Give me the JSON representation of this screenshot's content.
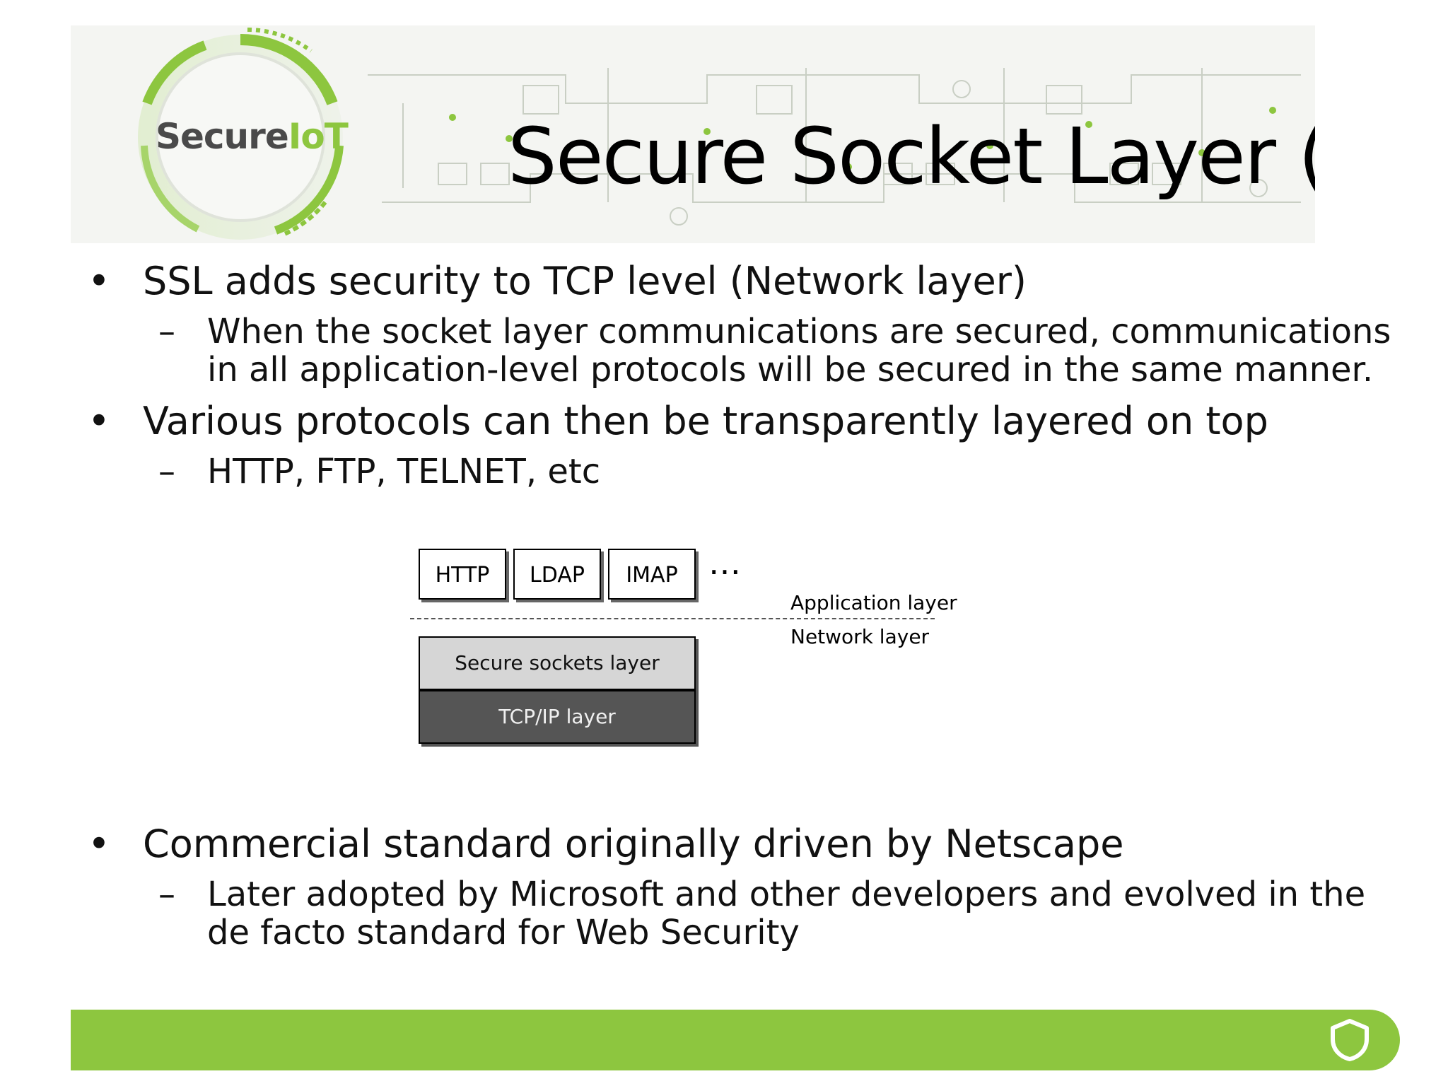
{
  "header": {
    "logo_prefix": "Secure",
    "logo_suffix": "IoT",
    "title": "Secure Socket Layer (SSL)"
  },
  "bullets_top": [
    {
      "text": "SSL adds security to TCP level (Network layer)",
      "sub": [
        {
          "lines": [
            "When the socket layer communications are secured, communications",
            "in all application-level protocols will be secured in the same manner."
          ]
        }
      ]
    },
    {
      "text": "Various protocols can then be transparently layered on top",
      "sub": [
        {
          "lines": [
            "HTTP, FTP, TELNET, etc"
          ]
        }
      ]
    }
  ],
  "diagram": {
    "protocols": [
      "HTTP",
      "LDAP",
      "IMAP"
    ],
    "ellipsis": "…",
    "application_layer_label": "Application layer",
    "network_layer_label": "Network layer",
    "ssl_layer_label": "Secure sockets layer",
    "tcp_layer_label": "TCP/IP layer"
  },
  "bullets_bottom": [
    {
      "text": "Commercial standard originally driven by Netscape",
      "sub": [
        {
          "lines": [
            "Later adopted by Microsoft and other developers and evolved in the",
            "de facto standard for Web Security"
          ]
        }
      ]
    }
  ],
  "markers": {
    "bullet": "•",
    "dash": "–"
  },
  "colors": {
    "accent_green": "#8dc63f",
    "logo_gray": "#4a4a4a",
    "ssl_box": "#d6d6d6",
    "tcp_box": "#555555"
  },
  "icons": {
    "logo": "circuit-ring-logo-icon",
    "footer": "shield-icon"
  }
}
